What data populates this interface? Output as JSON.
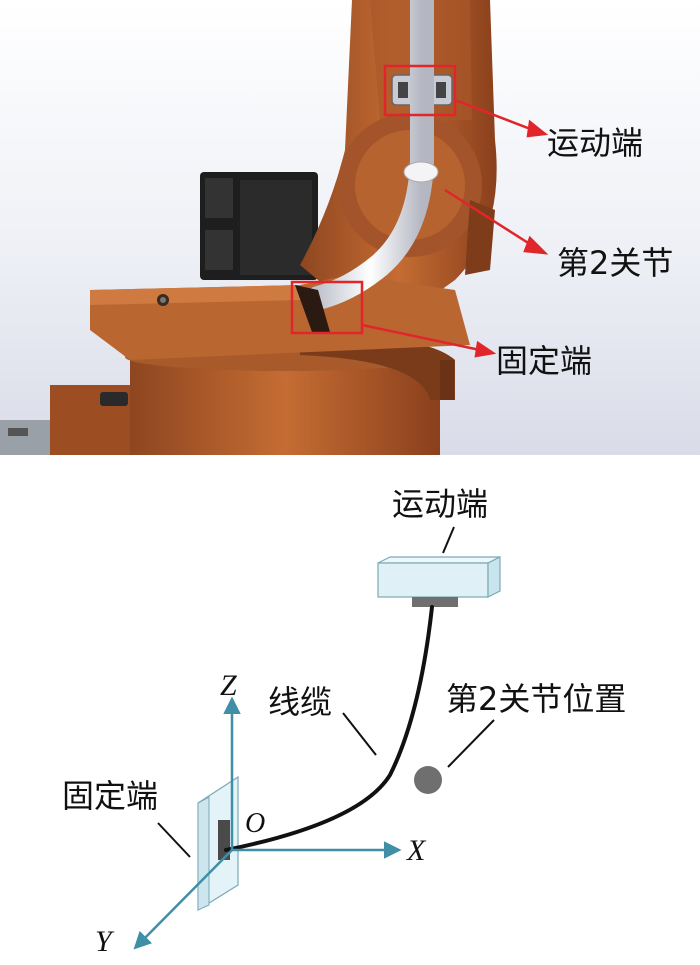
{
  "top_figure": {
    "labels": {
      "moving_end": "运动端",
      "joint2": "第2关节",
      "fixed_end": "固定端"
    },
    "colors": {
      "robot_orange": "#b4602c",
      "robot_dark": "#6e3416",
      "cable": "#e8e8ec",
      "callout": "#e0262a",
      "motor": "#222222"
    }
  },
  "bottom_figure": {
    "labels": {
      "moving_end": "运动端",
      "cable": "线缆",
      "joint2_position": "第2关节位置",
      "fixed_end": "固定端"
    },
    "axes": {
      "x": "X",
      "y": "Y",
      "z": "Z",
      "origin": "O"
    },
    "colors": {
      "axis": "#3f8fa6",
      "block": "#dff1f6",
      "cable": "#111111",
      "joint_dot": "#6f6f6f"
    }
  }
}
